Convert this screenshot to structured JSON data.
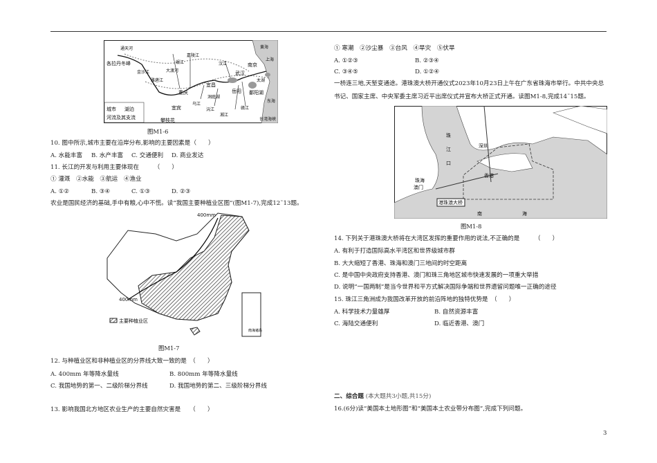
{
  "page_number": "3",
  "left": {
    "fig6": {
      "caption": "图M1-6",
      "labels": [
        "各拉丹冬峰",
        "通天河",
        "金沙江",
        "雅砻江",
        "大渡河",
        "岷江",
        "嘉陵江",
        "重庆",
        "宜宾",
        "宜昌",
        "洞庭湖",
        "岳阳",
        "武汉",
        "汉江",
        "乌江",
        "沅江",
        "湘江",
        "鄱阳湖",
        "赣江",
        "南京",
        "太湖",
        "上海",
        "黄海",
        "东海",
        "台湾海峡",
        "攀枝花"
      ],
      "legend": [
        "城市",
        "湖泊",
        "河流及其支流"
      ]
    },
    "q10": {
      "stem": "10. 图中所示,城市主要在沿岸分布,影响的主要因素是（　　）",
      "options": [
        "A. 水能丰富",
        "B. 水产丰富",
        "C. 交通便利",
        "D. 商业发达"
      ]
    },
    "q11": {
      "stem": "11. 长江的开发与利用主要体现在　　　（　　）",
      "items": "① 灌溉　②水能　③航运　④渔业",
      "options": [
        "A. ①②",
        "B. ③④",
        "C. ①③",
        "D. ②③"
      ]
    },
    "intro12": "农业是国民经济的基础,手中有粮,心中不慌。读“我国主要种植业区图”(图M1-7),完成12˜13题。",
    "fig7": {
      "caption": "图M1-7",
      "label_400_top": "400mm",
      "label_400_bottom": "400mm",
      "legend": "主要种植业区",
      "inset": "南海诸岛"
    },
    "q12": {
      "stem": "12. 与种植业区和非种植业区的分界线大致一致的是　（　　）",
      "options": [
        "A. 400mm 年等降水量线",
        "B. 800mm 年等降水量线",
        "C. 我国地势的第一、二级阶梯分界线",
        "D. 我国地势的第二、三级阶梯分界线"
      ]
    },
    "q13": {
      "stem": "13. 影响我国北方地区农业生产的主要自然灾害是　　（　　）"
    }
  },
  "right": {
    "q13_items": "① 寒潮　②沙尘暴　③台风　④旱灾　⑤伏旱",
    "q13_options": [
      "A. ①②③",
      "B. ②③④",
      "C. ③④⑤",
      "D. ①②④"
    ],
    "intro14_line1": "一桥连三地,天堑变通途。港珠澳大桥开通仪式2023年10月23日上午在广东省珠海市举行。中共中央总",
    "intro14_line2": "书记、国家主席、中央军委主席习近平出席仪式并宣布大桥正式开通。读图M1-8,完成14˜15题。",
    "fig8": {
      "caption": "图M1-8",
      "labels": [
        "珠",
        "江",
        "口",
        "深圳",
        "香港",
        "珠海",
        "澳门",
        "南",
        "海"
      ],
      "bridge": "港珠澳大桥"
    },
    "q14": {
      "stem": "14. 下列关于港珠澳大桥将在大湾区发挥的重要作用的说法,不正确的是　　　（　　）",
      "options": [
        "A. 有利于打造国际高水平湾区和世界级城市群",
        "B. 大大缩短了香港、珠海和澳门三地间的时空距离",
        "C. 是中国中央政府支持香港、澳门和珠三角地区城市快速发展的一项重大举措",
        "D. 说明“一国两制”是当今世界和平方式解决国际争端和世界遗留问题唯一正确的途径"
      ]
    },
    "q15": {
      "stem": "15. 珠江三角洲成为我国改革开放的前沿阵地的独特优势是　（　　）",
      "options": [
        "A. 科学技术力量雄厚",
        "B. 自然资源丰富",
        "C. 海陆交通便利",
        "D. 临近香港、澳门"
      ]
    },
    "section2_title": "二、综合题",
    "section2_note": "(本大题共3小题,共15分)",
    "q16": "16.(6分)读“美国本土地形图”和“美国本土农业带分布图”,完成下列问题。"
  }
}
